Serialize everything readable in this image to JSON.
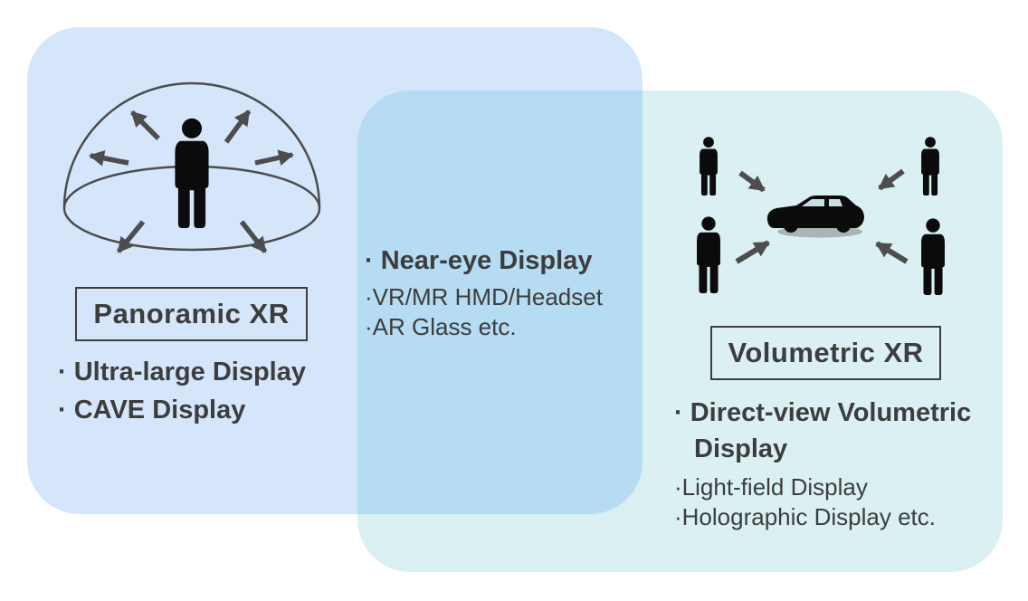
{
  "diagram": {
    "text_color": "#3d3d3d",
    "line_color": "#4d4d4d",
    "silhouette_color": "#0b0b0b",
    "panoramic": {
      "panel_color": "#d5e6fb",
      "title": "Panoramic XR",
      "items": [
        "· Ultra-large Display",
        "· CAVE Display"
      ],
      "illustration": "person-inside-dome-with-outward-arrows"
    },
    "overlap": {
      "region_color": "#b5dcf2",
      "heading": "· Near-eye Display",
      "sub_items": [
        "·VR/MR HMD/Headset",
        "·AR Glass etc."
      ]
    },
    "volumetric": {
      "panel_color": "#daf0f3",
      "title": "Volumetric XR",
      "heading": "· Direct-view Volumetric Display",
      "sub_items": [
        "·Light-field Display",
        "·Holographic Display etc."
      ],
      "illustration": "four-viewers-around-car-with-inward-arrows"
    }
  }
}
